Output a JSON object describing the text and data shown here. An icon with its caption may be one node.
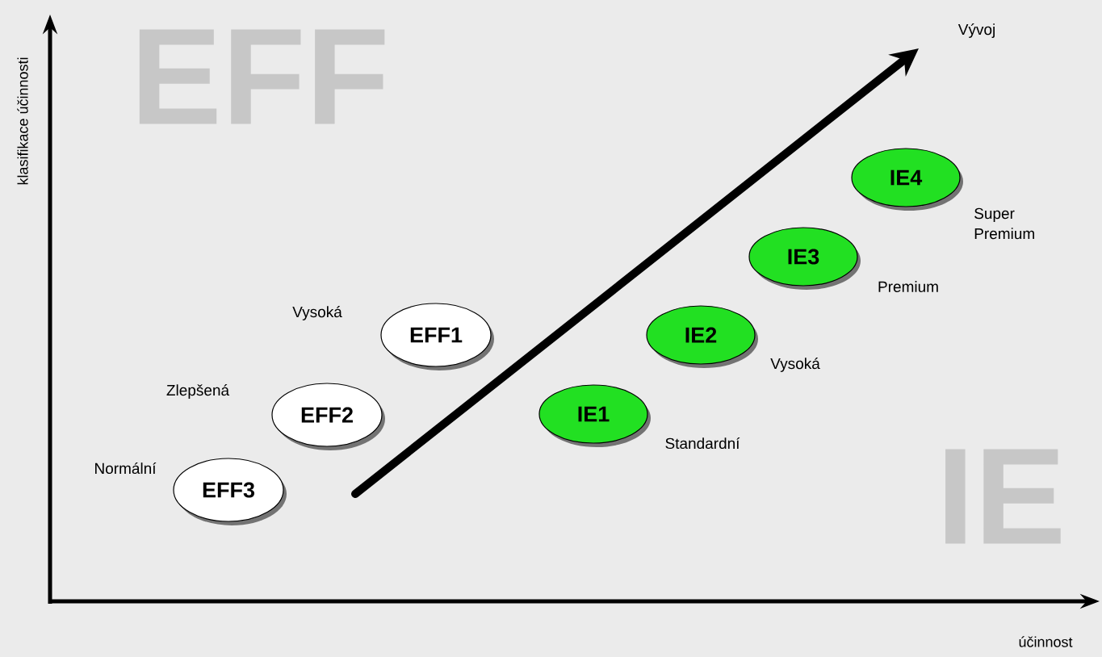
{
  "diagram": {
    "nodes": [
      {
        "text": [
          "EFF3"
        ],
        "beside": [
          "Normální"
        ]
      },
      {
        "text": [
          "EFF2"
        ],
        "beside": [
          "Zlepšená"
        ]
      },
      {
        "text": [
          "EFF1"
        ],
        "beside": [
          "Vysoká"
        ]
      },
      {
        "text": [
          "IE1"
        ],
        "beside": [
          "Standardní"
        ]
      },
      {
        "text": [
          "IE2"
        ],
        "beside": [
          "Vysoká"
        ]
      },
      {
        "text": [
          "IE3"
        ],
        "beside": [
          "Premium"
        ]
      },
      {
        "text": [
          "IE4"
        ],
        "beside": [
          "Super Premium"
        ]
      }
    ],
    "labels": [
      "EFF",
      "klasifikace účinnosti",
      "Vývoj",
      "IE",
      "účinnost"
    ]
  }
}
